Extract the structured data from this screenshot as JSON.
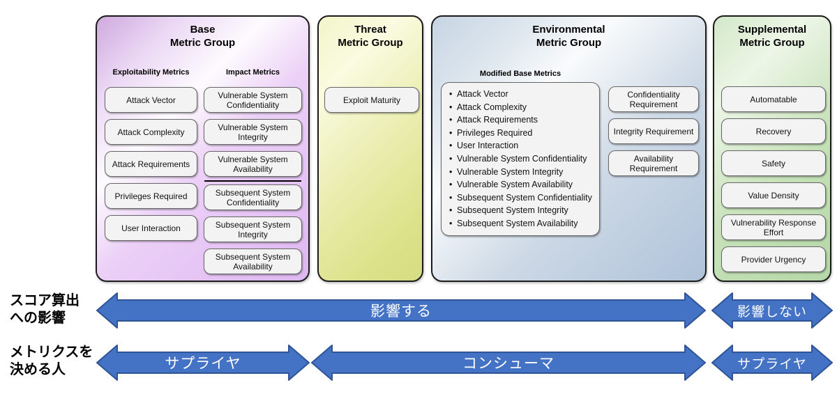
{
  "base": {
    "title": "Base\nMetric Group",
    "exploitability_label": "Exploitability Metrics",
    "impact_label": "Impact Metrics",
    "exploitability_metrics": [
      "Attack Vector",
      "Attack Complexity",
      "Attack Requirements",
      "Privileges Required",
      "User Interaction"
    ],
    "impact_vulnerable_metrics": [
      "Vulnerable System Confidentiality",
      "Vulnerable System Integrity",
      "Vulnerable System Availability"
    ],
    "impact_subsequent_metrics": [
      "Subsequent System Confidentiality",
      "Subsequent System Integrity",
      "Subsequent System Availability"
    ]
  },
  "threat": {
    "title": "Threat\nMetric Group",
    "metrics": [
      "Exploit Maturity"
    ]
  },
  "environmental": {
    "title": "Environmental\nMetric Group",
    "modified_label": "Modified Base Metrics",
    "modified_metrics": [
      "Attack Vector",
      "Attack Complexity",
      "Attack Requirements",
      "Privileges Required",
      "User Interaction",
      "Vulnerable System Confidentiality",
      "Vulnerable System Integrity",
      "Vulnerable System Availability",
      "Subsequent System Confidentiality",
      "Subsequent System Integrity",
      "Subsequent System Availability"
    ],
    "requirement_metrics": [
      "Confidentiality Requirement",
      "Integrity Requirement",
      "Availability Requirement"
    ]
  },
  "supplemental": {
    "title": "Supplemental\nMetric Group",
    "metrics": [
      "Automatable",
      "Recovery",
      "Safety",
      "Value Density",
      "Vulnerability Response Effort",
      "Provider Urgency"
    ]
  },
  "arrows": {
    "score_row_label": "スコア算出\nへの影響",
    "decider_row_label": "メトリクスを\n決める人",
    "affects": "影響する",
    "not_affects": "影響しない",
    "supplier_left": "サプライヤ",
    "consumer": "コンシューマ",
    "supplier_right": "サプライヤ"
  },
  "colors": {
    "base_group": "#E3C1F5",
    "threat_group": "#DCE28A",
    "environmental_group": "#AFC3DA",
    "supplemental_group": "#B5D8A8",
    "arrow_fill": "#4472C4",
    "arrow_stroke": "#2E5496",
    "metric_box_fill": "#F3F3F3"
  }
}
